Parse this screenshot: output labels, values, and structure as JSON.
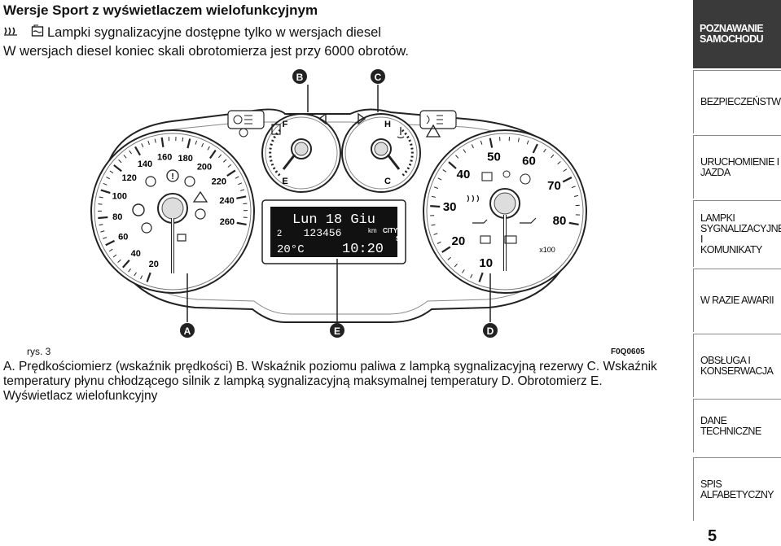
{
  "header": {
    "title": "Wersje Sport z wyświetlaczem wielofunkcyjnym",
    "line2": "Lampki sygnalizacyjne dostępne tylko w wersjach diesel",
    "line3": "W wersjach diesel koniec skali obrotomierza jest przy 6000 obrotów."
  },
  "figure": {
    "callouts": [
      "B",
      "C",
      "A",
      "E",
      "D"
    ],
    "speedo_ticks": [
      "20",
      "40",
      "60",
      "80",
      "100",
      "120",
      "140",
      "160",
      "180",
      "200",
      "220",
      "240",
      "260"
    ],
    "tacho_ticks": [
      "10",
      "20",
      "30",
      "40",
      "50",
      "60",
      "70",
      "80"
    ],
    "tacho_unit": "x100",
    "fuel_marks": [
      "F",
      "E"
    ],
    "temp_marks": [
      "H",
      "C"
    ],
    "display": {
      "day_date": "Lun 18 Giu",
      "gear": "2",
      "odometer": "123456",
      "odometer_unit": "km",
      "mode": "CITY",
      "mode2": "S",
      "outside_temp": "20°C",
      "clock": "10:20"
    },
    "label": "rys. 3",
    "code": "F0Q0605"
  },
  "caption": "A. Prędkościomierz (wskaźnik prędkości) B. Wskaźnik poziomu paliwa z lampką sygnalizacyjną rezerwy C. Wskaźnik temperatury płynu chłodzącego silnik z lampką sygnalizacyjną maksymalnej temperatury D. Obrotomierz E. Wyświetlacz wielofunkcyjny",
  "sidebar": {
    "tabs": [
      {
        "label1": "POZNAWANIE",
        "label2": "SAMOCHODU",
        "active": true
      },
      {
        "label1": "BEZPIECZEŃSTWO",
        "label2": ""
      },
      {
        "label1": "URUCHOMIENIE I",
        "label2": "JAZDA"
      },
      {
        "label1": "LAMPKI",
        "label2": "SYGNALIZACYJNE I",
        "label3": "KOMUNIKATY"
      },
      {
        "label1": "W RAZIE AWARII",
        "label2": ""
      },
      {
        "label1": "OBSŁUGA I",
        "label2": "KONSERWACJA"
      },
      {
        "label1": "DANE TECHNICZNE",
        "label2": ""
      },
      {
        "label1": "SPIS ALFABETYCZNY",
        "label2": ""
      }
    ]
  },
  "page_number": "5"
}
